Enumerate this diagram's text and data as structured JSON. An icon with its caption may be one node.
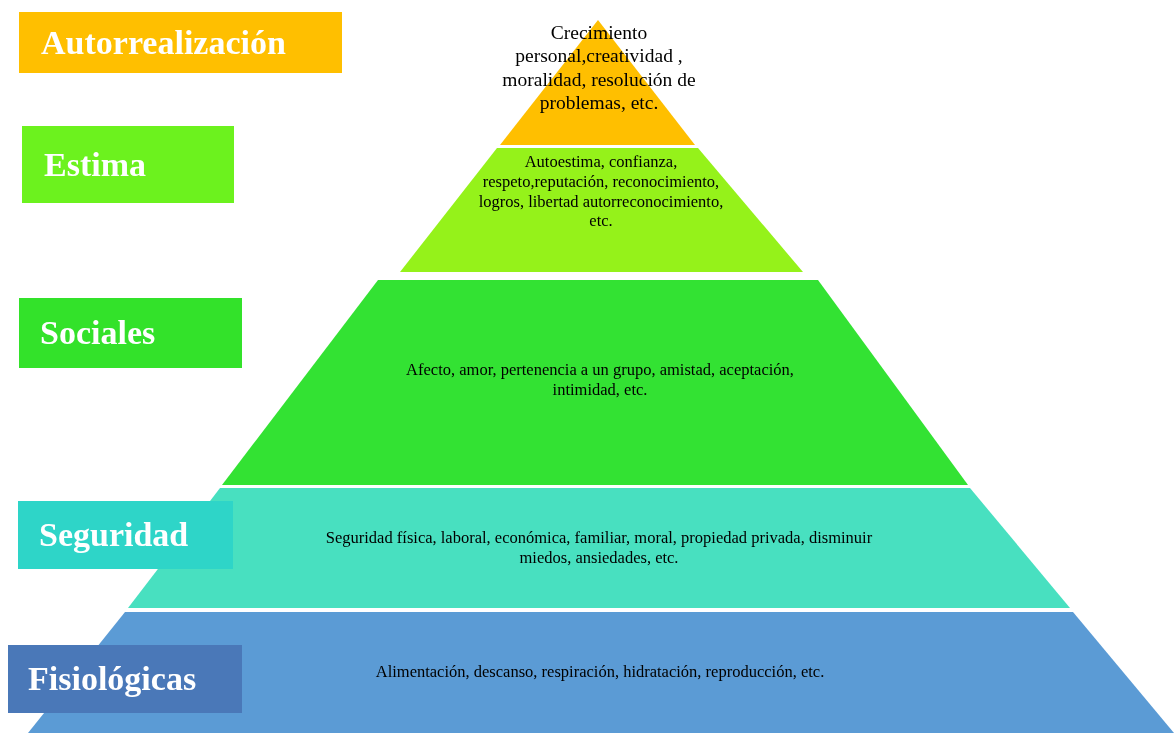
{
  "diagram": {
    "nodes": [
      {
        "text": [
          "Autorrealización"
        ]
      },
      {
        "text": [
          "Crecimiento personal,creatividad , moralidad, resolución de problemas, etc."
        ]
      },
      {
        "text": [
          "Estima"
        ]
      },
      {
        "text": [
          "Autoestima, confianza, respeto,reputación, reconocimiento, logros, libertad autorreconocimiento, etc."
        ]
      },
      {
        "text": [
          "Sociales"
        ]
      },
      {
        "text": [
          "Afecto, amor, pertenencia a un grupo, amistad, aceptación, intimidad, etc."
        ]
      },
      {
        "text": [
          "Seguridad"
        ]
      },
      {
        "text": [
          "Seguridad física, laboral, económica, familiar, moral, propiedad privada, disminuir miedos, ansiedades, etc."
        ]
      },
      {
        "text": [
          "Fisiológicas"
        ]
      },
      {
        "text": [
          "Alimentación, descanso, respiración, hidratación, reproducción, etc."
        ]
      }
    ]
  }
}
